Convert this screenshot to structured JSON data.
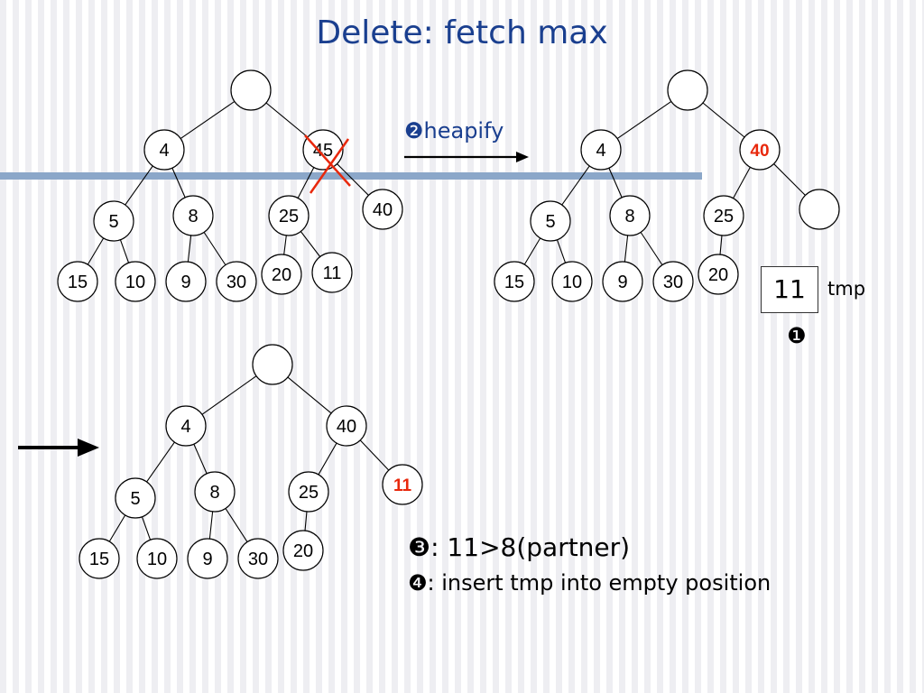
{
  "title": "Delete: fetch max",
  "labels": {
    "heapify": "❷heapify",
    "tmp_value": "11",
    "tmp": "tmp",
    "step1": "❶",
    "note3": "❸: 11>8(partner)",
    "note4": "❹: insert tmp into empty position"
  },
  "colors": {
    "title": "#1a3f8f",
    "highlight": "#e8280c",
    "cross": "#e8280c",
    "bar": "#8ba7c9"
  },
  "trees": [
    {
      "name": "before-delete",
      "nodes": [
        {
          "id": "a-root",
          "label": ""
        },
        {
          "id": "a-4",
          "label": "4"
        },
        {
          "id": "a-45",
          "label": "45",
          "crossed": true
        },
        {
          "id": "a-5",
          "label": "5"
        },
        {
          "id": "a-8",
          "label": "8"
        },
        {
          "id": "a-25",
          "label": "25"
        },
        {
          "id": "a-40",
          "label": "40"
        },
        {
          "id": "a-15",
          "label": "15"
        },
        {
          "id": "a-10",
          "label": "10"
        },
        {
          "id": "a-9",
          "label": "9"
        },
        {
          "id": "a-30",
          "label": "30"
        },
        {
          "id": "a-20",
          "label": "20"
        },
        {
          "id": "a-11",
          "label": "11"
        }
      ]
    },
    {
      "name": "after-heapify",
      "nodes": [
        {
          "id": "b-root",
          "label": ""
        },
        {
          "id": "b-4",
          "label": "4"
        },
        {
          "id": "b-40",
          "label": "40",
          "highlight": true
        },
        {
          "id": "b-5",
          "label": "5"
        },
        {
          "id": "b-8",
          "label": "8"
        },
        {
          "id": "b-25",
          "label": "25"
        },
        {
          "id": "b-empty",
          "label": ""
        },
        {
          "id": "b-15",
          "label": "15"
        },
        {
          "id": "b-10",
          "label": "10"
        },
        {
          "id": "b-9",
          "label": "9"
        },
        {
          "id": "b-30",
          "label": "30"
        },
        {
          "id": "b-20",
          "label": "20"
        }
      ]
    },
    {
      "name": "after-insert",
      "nodes": [
        {
          "id": "c-root",
          "label": ""
        },
        {
          "id": "c-4",
          "label": "4"
        },
        {
          "id": "c-40",
          "label": "40"
        },
        {
          "id": "c-5",
          "label": "5"
        },
        {
          "id": "c-8",
          "label": "8"
        },
        {
          "id": "c-25",
          "label": "25"
        },
        {
          "id": "c-11",
          "label": "11",
          "highlight": true
        },
        {
          "id": "c-15",
          "label": "15"
        },
        {
          "id": "c-10",
          "label": "10"
        },
        {
          "id": "c-9",
          "label": "9"
        },
        {
          "id": "c-30",
          "label": "30"
        },
        {
          "id": "c-20",
          "label": "20"
        }
      ]
    }
  ]
}
